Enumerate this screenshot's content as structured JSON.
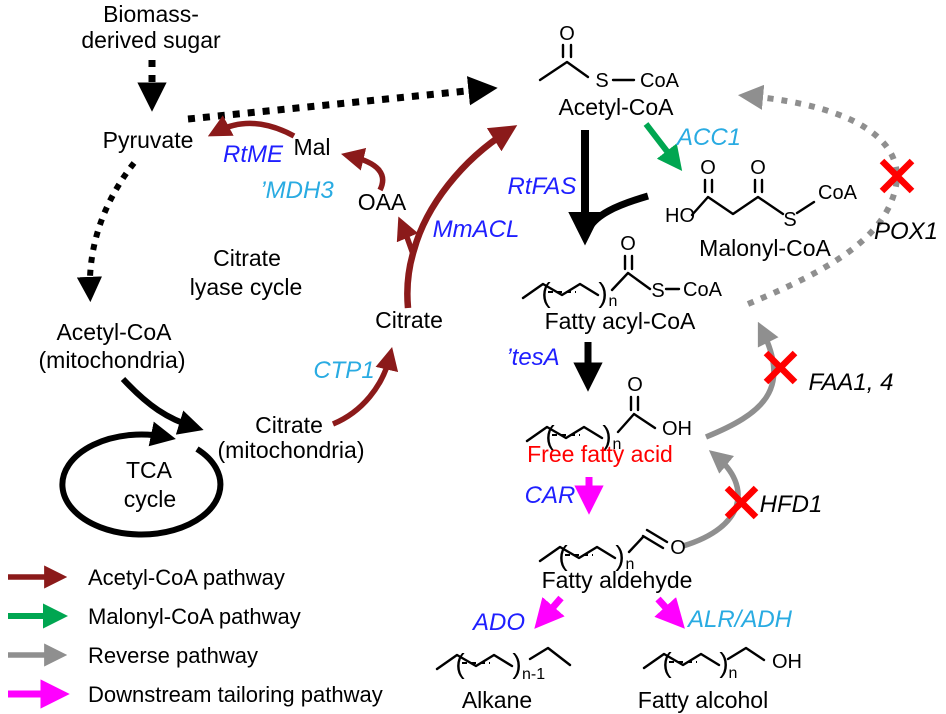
{
  "figure": "Metabolic pathway diagram for fatty-acid-derived alkane and fatty alcohol biosynthesis",
  "colors": {
    "acetyl_coa_pathway": "#8b1a1a",
    "malonyl_coa_pathway": "#00a651",
    "reverse_pathway": "#8f8f8f",
    "downstream_tailoring_pathway": "#ff00ff",
    "enzyme_blue": "#1f1fff",
    "enzyme_cyan": "#29abe2",
    "block_x_red": "#ff0000",
    "free_fatty_acid_red": "#ff0000"
  },
  "nodes": {
    "biomass": {
      "line1": "Biomass-",
      "line2": "derived sugar"
    },
    "pyruvate": "Pyruvate",
    "mal": "Mal",
    "oaa": "OAA",
    "citrate_lyase_cycle": {
      "line1": "Citrate",
      "line2": "lyase cycle"
    },
    "citrate": "Citrate",
    "acetyl_coa_mito": {
      "line1": "Acetyl-CoA",
      "line2": "(mitochondria)"
    },
    "citrate_mito": {
      "line1": "Citrate",
      "line2": "(mitochondria)"
    },
    "tca_cycle": {
      "line1": "TCA",
      "line2": "cycle"
    },
    "acetyl_coa": "Acetyl-CoA",
    "malonyl_coa": "Malonyl-CoA",
    "fatty_acyl_coa": "Fatty acyl-CoA",
    "free_fatty_acid": "Free fatty acid",
    "fatty_aldehyde": "Fatty aldehyde",
    "alkane": "Alkane",
    "fatty_alcohol": "Fatty alcohol"
  },
  "enzymes": {
    "rtme": "RtME",
    "mdh3": "’MDH3",
    "mmacl": "MmACL",
    "ctp1": "CTP1",
    "rtfas": "RtFAS",
    "acc1": "ACC1",
    "tesa": "’tesA",
    "car": "CAR",
    "ado": "ADO",
    "alr_adh": "ALR/ADH",
    "pox1": "POX1",
    "faa": "FAA1, 4",
    "hfd1": "HFD1"
  },
  "chem": {
    "o": "O",
    "s": "S",
    "coa": "CoA",
    "ho": "HO",
    "oh": "OH",
    "n": "n",
    "n_minus_1": "n-1",
    "paren_open": "(",
    "paren_close": ")"
  },
  "legend": {
    "items": [
      {
        "label": "Acetyl-CoA pathway",
        "color": "#8b1a1a"
      },
      {
        "label": "Malonyl-CoA pathway",
        "color": "#00a651"
      },
      {
        "label": "Reverse pathway",
        "color": "#8f8f8f"
      },
      {
        "label": "Downstream tailoring pathway",
        "color": "#ff00ff"
      }
    ]
  }
}
